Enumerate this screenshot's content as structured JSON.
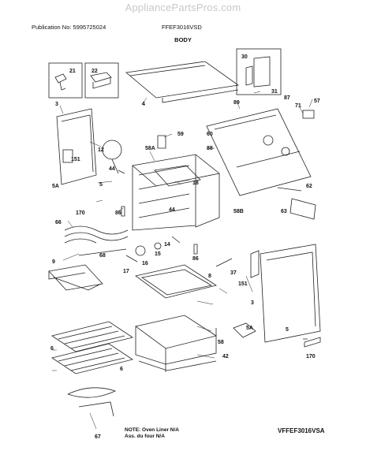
{
  "header": {
    "watermark": "AppliancePartsPros.com",
    "publication": "Publication No: 5995725024",
    "model": "FFEF3016VSD",
    "section_title": "BODY"
  },
  "notes": {
    "line1": "NOTE: Oven Liner N/A",
    "line2": "Ass. du four N/A"
  },
  "diagram_code": "VFFEF3016VSA",
  "callouts": [
    "21",
    "22",
    "3",
    "4",
    "30",
    "31",
    "87",
    "89",
    "71",
    "57",
    "59",
    "60",
    "88",
    "12",
    "58A",
    "44",
    "5",
    "5A",
    "151",
    "18",
    "170",
    "62",
    "86",
    "44",
    "58B",
    "63",
    "66",
    "14",
    "15",
    "16",
    "17",
    "68",
    "86",
    "9",
    "8",
    "37",
    "151",
    "3",
    "5A",
    "58",
    "5",
    "6",
    "6",
    "42",
    "170",
    "67"
  ]
}
